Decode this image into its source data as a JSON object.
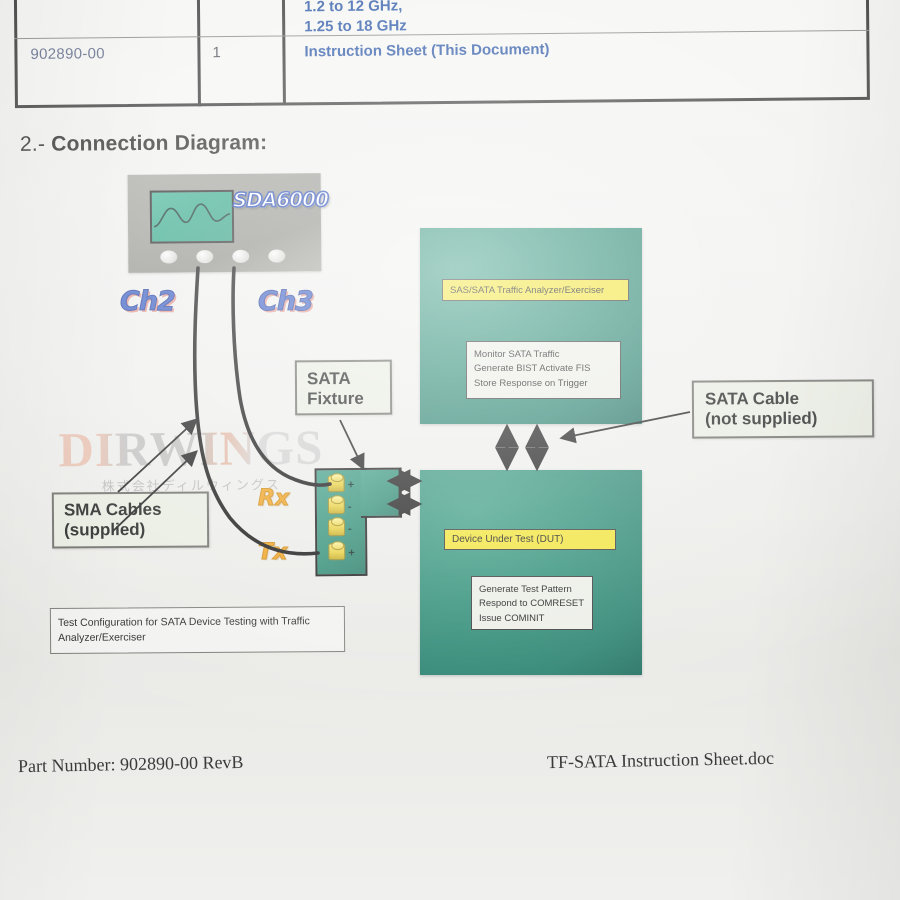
{
  "document": {
    "footer_left": "Part Number: 902890-00 RevB",
    "footer_right": "TF-SATA Instruction Sheet.doc"
  },
  "watermark": {
    "main": "DIRWINGS",
    "sub": "株式会社ディルウィングス"
  },
  "table": {
    "row_partial": {
      "spec_line1": "1.2 to 12 GHz,",
      "spec_line2": "1.25 to 18 GHz"
    },
    "row": {
      "part_number": "902890-00",
      "quantity": "1",
      "description": "Instruction Sheet (This Document)"
    }
  },
  "section": {
    "number": "2.-",
    "title": "Connection Diagram:"
  },
  "scope": {
    "brand": "SDA6000",
    "channel_left": "Ch2",
    "channel_right": "Ch3"
  },
  "callouts": {
    "sata_fixture": [
      "SATA",
      "Fixture"
    ],
    "sma_cables": [
      "SMA Cables",
      "(supplied)"
    ],
    "sata_cable": [
      "SATA Cable",
      "(not supplied)"
    ]
  },
  "caption": "Test Configuration for SATA Device Testing with Traffic Analyzer/Exerciser",
  "analyzer": {
    "title": "SAS/SATA Traffic Analyzer/Exerciser",
    "functions": [
      "Monitor SATA Traffic",
      "Generate BIST Activate FIS",
      "Store Response on Trigger"
    ]
  },
  "dut": {
    "title": "Device Under Test (DUT)",
    "functions": [
      "Generate Test Pattern",
      "Respond to COMRESET",
      "Issue COMINIT"
    ]
  },
  "fixture": {
    "rx_label": "Rx",
    "tx_label": "Tx",
    "polarities": [
      "+",
      "-",
      "-",
      "+"
    ]
  },
  "colors": {
    "device_green": "#2f8f78",
    "label_yellow": "#f2e43a",
    "heading_blue": "#2f5aa8",
    "channel_blue": "#3b5fc4",
    "rxtx_orange": "#f0a21e",
    "paper": "#efefec"
  }
}
